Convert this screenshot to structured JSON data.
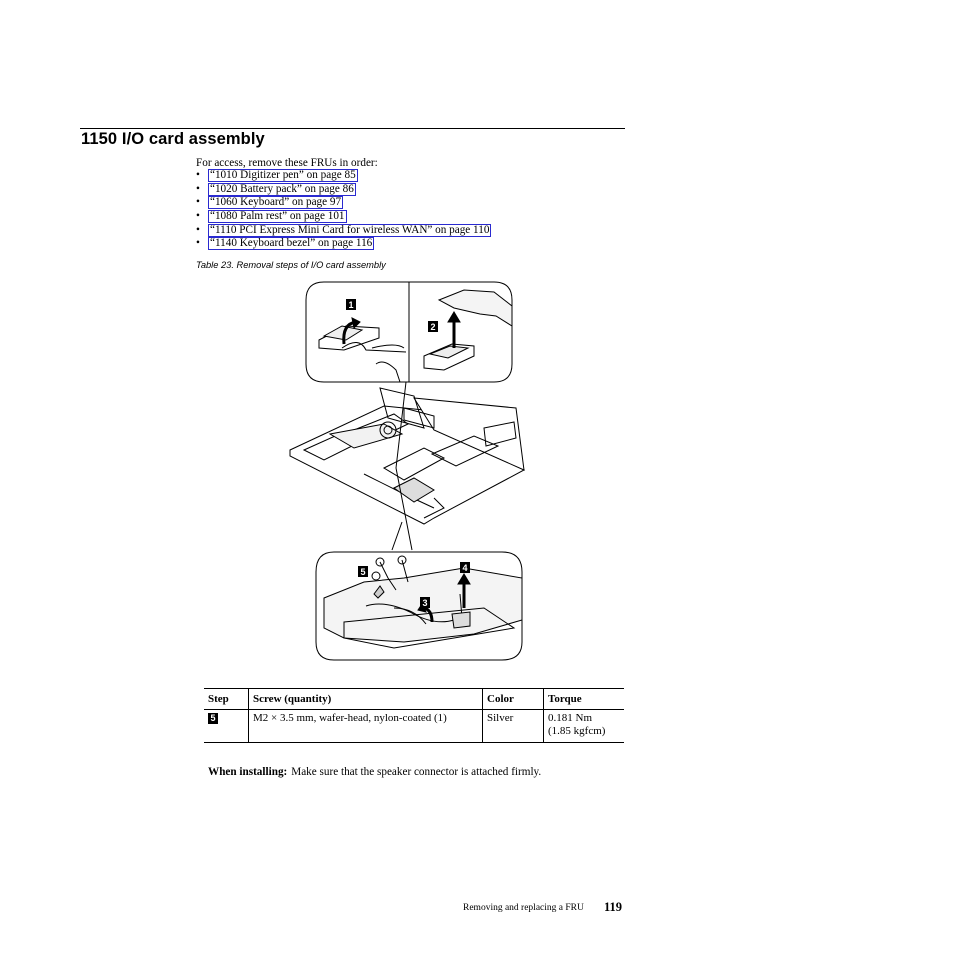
{
  "section": {
    "title": "1150 I/O card assembly"
  },
  "intro": "For access, remove these FRUs in order:",
  "prereqs": [
    {
      "bullet": "•",
      "text": "“1010 Digitizer pen” on page 85"
    },
    {
      "bullet": "•",
      "text": "“1020 Battery pack” on page 86"
    },
    {
      "bullet": "•",
      "text": "“1060 Keyboard” on page 97"
    },
    {
      "bullet": "•",
      "text": "“1080 Palm rest” on page 101"
    },
    {
      "bullet": "•",
      "text": "“1110 PCI Express Mini Card for wireless WAN” on page 110"
    },
    {
      "bullet": "•",
      "text": "“1140 Keyboard bezel” on page 116"
    }
  ],
  "caption": "Table 23. Removal steps of I/O card assembly",
  "figure": {
    "callouts": [
      "1",
      "2",
      "3",
      "4",
      "5"
    ]
  },
  "table": {
    "headers": [
      "Step",
      "Screw (quantity)",
      "Color",
      "Torque"
    ],
    "rows": [
      {
        "step": "5",
        "screw": "M2 × 3.5 mm, wafer-head, nylon-coated (1)",
        "color": "Silver",
        "torque_1": "0.181 Nm",
        "torque_2": "(1.85 kgfcm)"
      }
    ]
  },
  "note": {
    "label": "When installing:",
    "text": "Make sure that the speaker connector is attached firmly."
  },
  "footer": {
    "text": "Removing and replacing a FRU",
    "page": "119"
  }
}
